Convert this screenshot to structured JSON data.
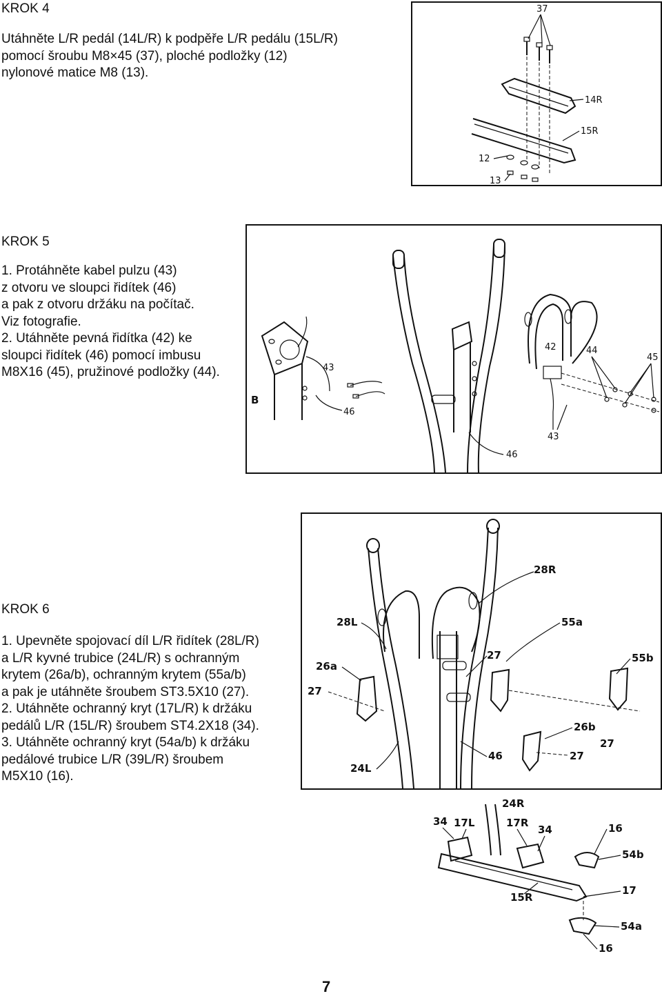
{
  "step4": {
    "heading": "KROK 4",
    "lines": [
      "Utáhněte L/R pedál (14L/R) k podpěře L/R pedálu (15L/R)",
      "pomocí šroubu M8×45 (37), ploché podložky (12)",
      "nylonové matice M8 (13)."
    ],
    "labels": {
      "bolt": "37",
      "pedal": "14R",
      "support": "15R",
      "washer": "12",
      "nut": "13"
    }
  },
  "step5": {
    "heading": "KROK 5",
    "lines": [
      "1. Protáhněte kabel pulzu (43)",
      "z otvoru ve sloupci řidítek (46)",
      "a pak z otvoru držáku na počítač.",
      "Viz fotografie.",
      "2. Utáhněte pevná řidítka (42) ke",
      "sloupci řidítek (46) pomocí imbusu",
      "M8X16 (45), pružinové podložky (44)."
    ],
    "labels": {
      "detail": "B",
      "cable": "43",
      "post": "46",
      "handlebar": "42",
      "washer": "44",
      "bolt": "45",
      "cable2": "43",
      "post2": "46"
    }
  },
  "step6": {
    "heading": "KROK 6",
    "lines": [
      "1. Upevněte spojovací díl L/R řidítek (28L/R)",
      "a L/R kyvné trubice (24L/R) s ochranným",
      "krytem (26a/b), ochranným krytem (55a/b)",
      "a pak je utáhněte šroubem ST3.5X10 (27).",
      "2. Utáhněte ochranný kryt (17L/R) k držáku",
      "pedálů L/R (15L/R) šroubem ST4.2X18 (34).",
      "3. Utáhněte ochranný kryt (54a/b) k držáku",
      "pedálové trubice L/R (39L/R) šroubem",
      "M5X10 (16)."
    ],
    "labels": {
      "a28R": "28R",
      "a28L": "28L",
      "a55a": "55a",
      "a26a": "26a",
      "a27a": "27",
      "a27b": "27",
      "a55b": "55b",
      "a26b": "26b",
      "a27c": "27",
      "a27d": "27",
      "a46": "46",
      "a24L": "24L"
    },
    "labels2": {
      "a24R": "24R",
      "a34a": "34",
      "a17L": "17L",
      "a17R": "17R",
      "a34b": "34",
      "a16a": "16",
      "a54b": "54b",
      "a15R": "15R",
      "a17": "17",
      "a54a": "54a",
      "a16b": "16"
    }
  },
  "page_number": "7"
}
